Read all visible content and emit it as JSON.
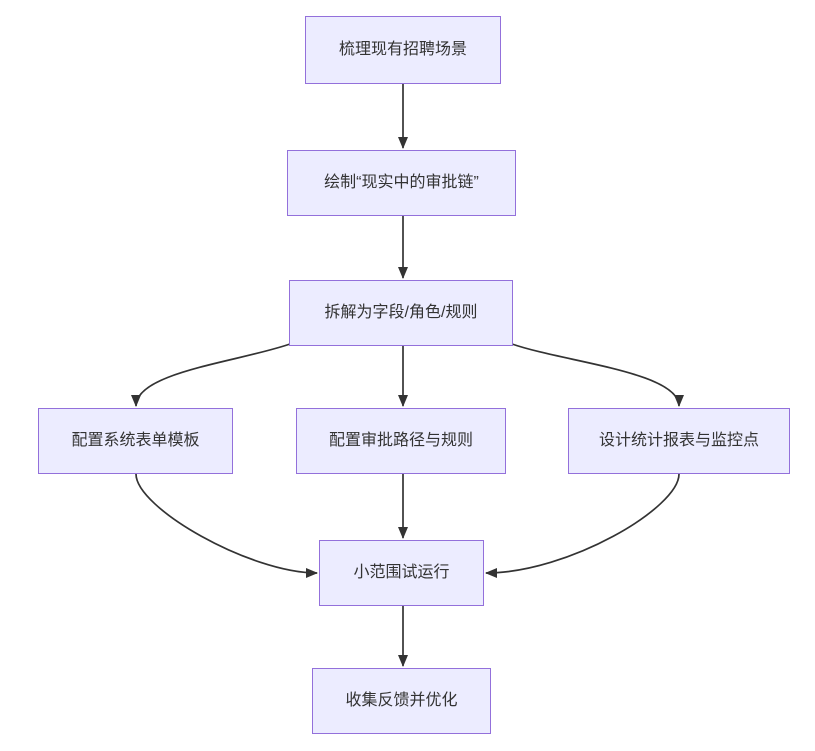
{
  "diagram": {
    "type": "flowchart",
    "direction": "top-down",
    "colors": {
      "background": "#ffffff",
      "node_fill": "#ECECFF",
      "node_border": "#9370DB",
      "edge": "#333333",
      "text": "#333333"
    },
    "nodes": [
      {
        "id": "a",
        "label": "梳理现有招聘场景"
      },
      {
        "id": "b",
        "label": "绘制“现实中的审批链”"
      },
      {
        "id": "c",
        "label": "拆解为字段/角色/规则"
      },
      {
        "id": "d",
        "label": "配置系统表单模板"
      },
      {
        "id": "e",
        "label": "配置审批路径与规则"
      },
      {
        "id": "f",
        "label": "设计统计报表与监控点"
      },
      {
        "id": "g",
        "label": "小范围试运行"
      },
      {
        "id": "h",
        "label": "收集反馈并优化"
      }
    ],
    "edges": [
      {
        "from": "a",
        "to": "b"
      },
      {
        "from": "b",
        "to": "c"
      },
      {
        "from": "c",
        "to": "d"
      },
      {
        "from": "c",
        "to": "e"
      },
      {
        "from": "c",
        "to": "f"
      },
      {
        "from": "d",
        "to": "g"
      },
      {
        "from": "e",
        "to": "g"
      },
      {
        "from": "f",
        "to": "g"
      },
      {
        "from": "g",
        "to": "h"
      }
    ]
  }
}
